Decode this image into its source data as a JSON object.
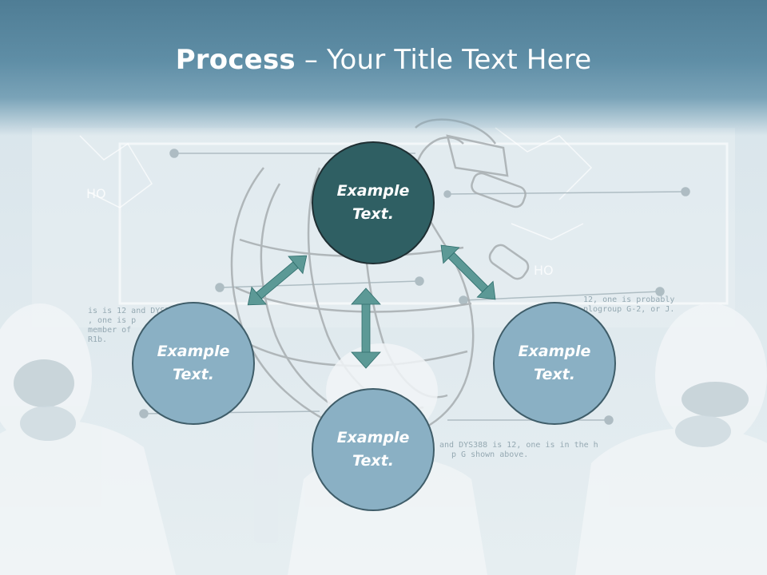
{
  "title": {
    "bold": "Process",
    "rest": " – Your Title Text Here"
  },
  "nodes": {
    "top": "Example Text.",
    "left": "Example Text.",
    "right": "Example Text.",
    "bottom": "Example Text."
  },
  "background_lab_text": {
    "left_1": "is is 12 and DYS39",
    "left_2": ", one is p",
    "left_3": "member of",
    "left_4": "R1b.",
    "right_1": "12, one is probably",
    "right_2": "plogroup G-2, or J.",
    "bottom_1": "and DYS388 is 12, one is in the h",
    "bottom_2": "p G shown above.",
    "label_ho_left": "HO",
    "label_ho_right": "HO"
  },
  "colors": {
    "header": "#5f8ea6",
    "center_node": "#2f5f63",
    "outer_node": "#8ab0c4",
    "arrow": "#5c9996"
  }
}
